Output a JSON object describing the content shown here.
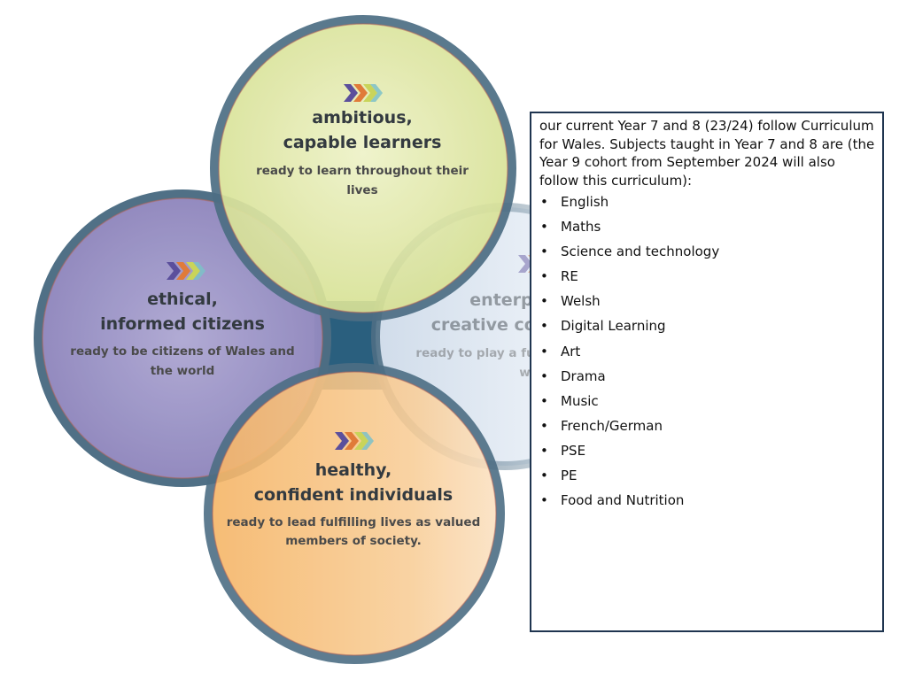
{
  "diagram": {
    "circles": [
      {
        "id": "ambitious",
        "title_line1": "ambitious,",
        "title_line2": "capable learners",
        "sub_line1": "ready to learn throughout their",
        "sub_line2": "lives",
        "color": "#dfe7a6"
      },
      {
        "id": "ethical",
        "title_line1": "ethical,",
        "title_line2": "informed citizens",
        "sub_line1": "ready to be citizens of Wales and",
        "sub_line2": "the world",
        "color": "#9a92c2"
      },
      {
        "id": "enterprising",
        "title_line1": "enterprising,",
        "title_line2": "creative contributors",
        "sub_line1": "ready to play a full part in life and",
        "sub_line2": "work",
        "color": "#d9e4ee"
      },
      {
        "id": "healthy",
        "title_line1": "healthy,",
        "title_line2": "confident individuals",
        "sub_line1": "ready to lead fulfilling lives as valued",
        "sub_line2": "members of society.",
        "color": "#f6c07c"
      }
    ],
    "center_color": "#2a5f7e",
    "ring_color": "#4d6e84",
    "logo_icon": "chevron-arrows-logo"
  },
  "textbox": {
    "intro": "our current Year 7 and 8 (23/24) follow Curriculum for Wales. Subjects taught in Year 7 and 8 are (the Year 9 cohort from September 2024 will also follow this curriculum):",
    "subjects": [
      "English",
      "Maths",
      "Science and technology",
      "RE",
      "Welsh",
      "Digital Learning",
      "Art",
      "Drama",
      "Music",
      "French/German",
      "PSE",
      "PE",
      "Food and Nutrition"
    ]
  }
}
